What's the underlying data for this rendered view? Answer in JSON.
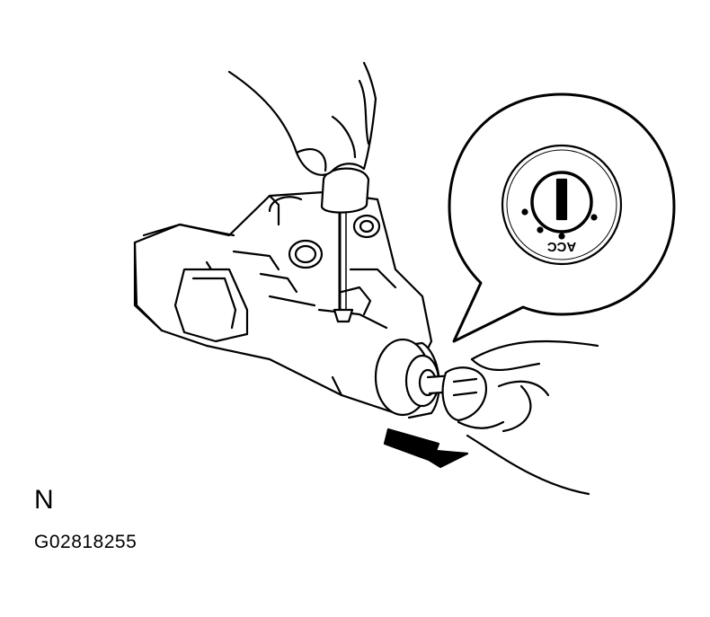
{
  "figure": {
    "detail_callout": {
      "position_text": "ACC"
    },
    "view_letter": "N",
    "figure_code": "G02818255"
  },
  "colors": {
    "line": "#000000",
    "background": "#ffffff"
  },
  "icons": [
    "screwdriver-icon",
    "key-icon",
    "hand-icon",
    "arrow-icon"
  ]
}
